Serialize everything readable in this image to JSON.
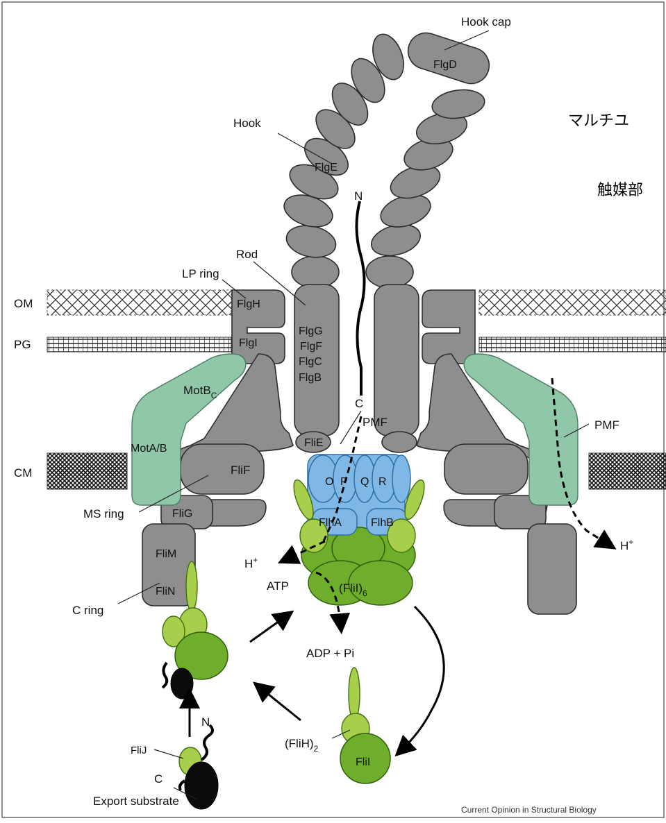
{
  "labels": {
    "hook_cap": "Hook cap",
    "flgd": "FlgD",
    "hook": "Hook",
    "flge": "FlgE",
    "n_terminus": "N",
    "rod": "Rod",
    "lp_ring": "LP ring",
    "flgh": "FlgH",
    "flgi": "FlgI",
    "om": "OM",
    "pg": "PG",
    "cm": "CM",
    "rod_proteins": [
      "FlgG",
      "FlgF",
      "FlgC",
      "FlgB"
    ],
    "c_terminus": "C",
    "motb": "MotB",
    "motb_sub": "C",
    "mota_b": "MotA/B",
    "pmf_center": "PMF",
    "pmf_right": "PMF",
    "flie": "FliE",
    "flif": "FliF",
    "export_o": "O",
    "export_p": "P",
    "export_q": "Q",
    "export_r": "R",
    "ms_ring": "MS ring",
    "flig": "FliG",
    "flha": "FlhA",
    "flhb": "FlhB",
    "h_plus_left": "H",
    "h_plus_right": "H",
    "plus": "+",
    "flim": "FliM",
    "flin": "FliN",
    "c_ring": "C ring",
    "atp": "ATP",
    "flii_6": "(FliI)",
    "flii_6_sub": "6",
    "adp_pi": "ADP + Pi",
    "flij": "FliJ",
    "n_substrate": "N",
    "c_substrate": "C",
    "export_substrate": "Export substrate",
    "flih_2": "(FliH)",
    "flih_2_sub": "2",
    "flii": "FliI"
  },
  "japanese_text": {
    "line1": "マルチユ",
    "line2": "触媒部"
  },
  "credit": "Current Opinion in Structural Biology",
  "colors": {
    "grey_protein": "#8e8e8e",
    "teal_stator": "#8fc7a8",
    "blue_export_gate": "#7fb8e4",
    "green_atpase": "#6fae2d",
    "light_green": "#a8cf4b",
    "black_substrate": "#0b0b0b"
  }
}
